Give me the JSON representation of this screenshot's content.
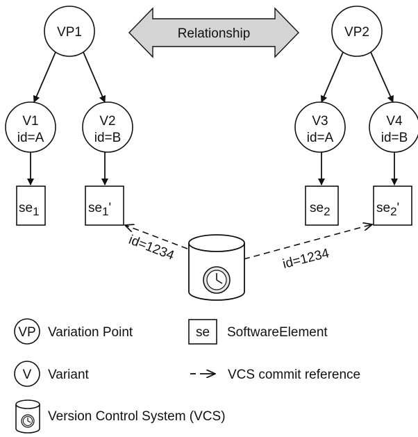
{
  "relationship": {
    "label": "Relationship"
  },
  "variation_points": [
    {
      "id": "vp1",
      "label": "VP1"
    },
    {
      "id": "vp2",
      "label": "VP2"
    }
  ],
  "variants": [
    {
      "id": "v1",
      "name": "V1",
      "idtext": "id=A"
    },
    {
      "id": "v2",
      "name": "V2",
      "idtext": "id=B"
    },
    {
      "id": "v3",
      "name": "V3",
      "idtext": "id=A"
    },
    {
      "id": "v4",
      "name": "V4",
      "idtext": "id=B"
    }
  ],
  "software_elements": [
    {
      "id": "se1",
      "base": "se",
      "sub": "1",
      "prime": ""
    },
    {
      "id": "se1p",
      "base": "se",
      "sub": "1",
      "prime": "'"
    },
    {
      "id": "se2",
      "base": "se",
      "sub": "2",
      "prime": ""
    },
    {
      "id": "se2p",
      "base": "se",
      "sub": "2",
      "prime": "'"
    }
  ],
  "commit_refs": [
    {
      "id": "left",
      "label": "id=1234"
    },
    {
      "id": "right",
      "label": "id=1234"
    }
  ],
  "legend": {
    "vp_symbol": "VP",
    "vp_label": "Variation Point",
    "se_symbol": "se",
    "se_label": "SoftwareElement",
    "v_symbol": "V",
    "v_label": "Variant",
    "commit_symbol": "—>",
    "commit_label": "VCS commit reference",
    "vcs_label": "Version Control System (VCS)"
  },
  "colors": {
    "relationship_arrow_fill": "#d4d4d4",
    "stroke": "#111111"
  }
}
